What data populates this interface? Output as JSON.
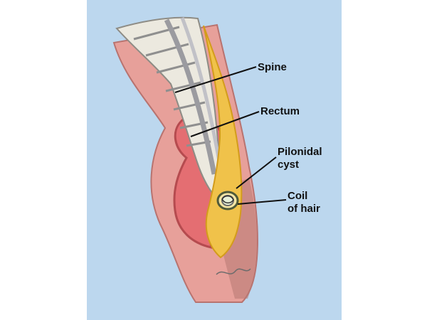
{
  "labels": {
    "spine": "Spine",
    "rectum": "Rectum",
    "cyst_line1": "Pilonidal",
    "cyst_line2": "cyst",
    "coil_line1": "Coil",
    "coil_line2": "of hair"
  },
  "colors": {
    "background_panel": "#bcd7ee",
    "skin": "#e7a09a",
    "rectum": "#e46e72",
    "fat": "#f0c24a",
    "bone": "#ece9df",
    "leader_lines": "#111111"
  }
}
